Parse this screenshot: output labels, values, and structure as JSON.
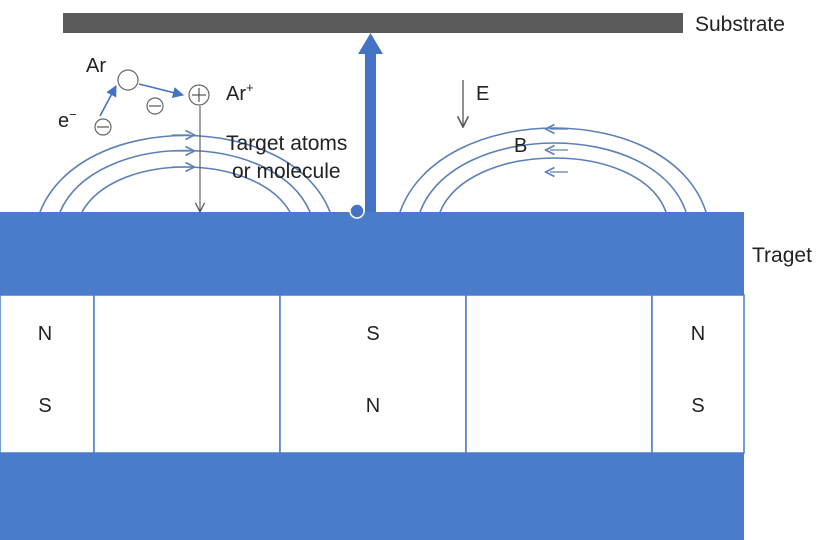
{
  "colors": {
    "substrate": "#5a5a5a",
    "target": "#4a7ccb",
    "base": "#4a7ccb",
    "magnet_fill": "#ffffff",
    "magnet_border": "#4a7ccb",
    "field_line": "#5b7fb7",
    "arrow_blue": "#4472c4",
    "electric_field": "#555555",
    "trajectory": "#4472c4"
  },
  "labels": {
    "substrate": "Substrate",
    "target": "Traget",
    "electric_field": "E",
    "magnetic_field": "B",
    "argon": "Ar",
    "argon_ion": "Ar",
    "argon_ion_charge": "+",
    "electron": "e",
    "electron_charge": "−",
    "sputtered_line1": "Target atoms",
    "sputtered_line2": "or molecule"
  },
  "magnets": [
    {
      "top_pole": "N",
      "bottom_pole": "S"
    },
    {
      "top_pole": "",
      "bottom_pole": ""
    },
    {
      "top_pole": "S",
      "bottom_pole": "N"
    },
    {
      "top_pole": "",
      "bottom_pole": ""
    },
    {
      "top_pole": "N",
      "bottom_pole": "S"
    }
  ],
  "icons": {
    "plus_particle": "plus-circle-icon",
    "minus_particle": "minus-circle-icon",
    "neutral_particle": "circle-icon"
  }
}
